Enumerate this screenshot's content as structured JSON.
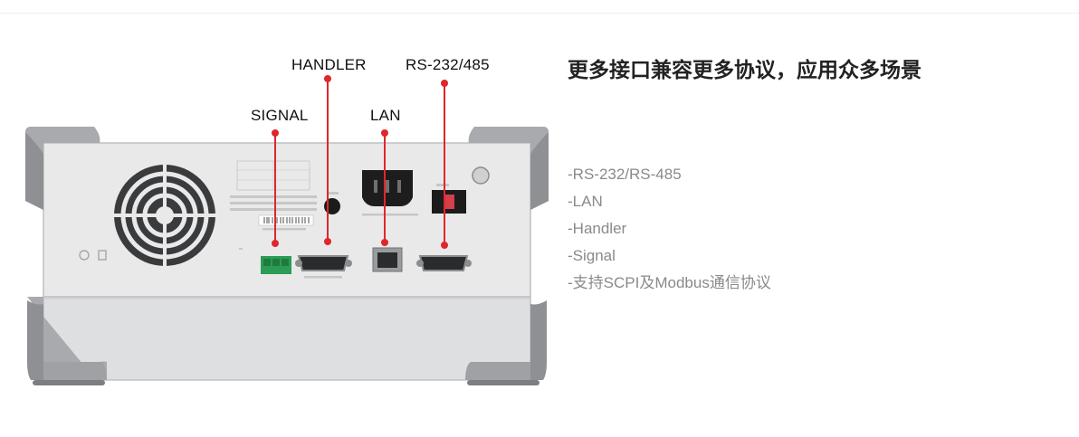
{
  "callouts": {
    "handler": "HANDLER",
    "rs232": "RS-232/485",
    "signal": "SIGNAL",
    "lan": "LAN"
  },
  "headline": "更多接口兼容更多协议，应用众多场景",
  "features": [
    "-RS-232/RS-485",
    "-LAN",
    "-Handler",
    "-Signal",
    "-支持SCPI及Modbus通信协议"
  ],
  "colors": {
    "accent": "#e0262b",
    "headline": "#222222",
    "feature_text": "#8a8a8a"
  }
}
